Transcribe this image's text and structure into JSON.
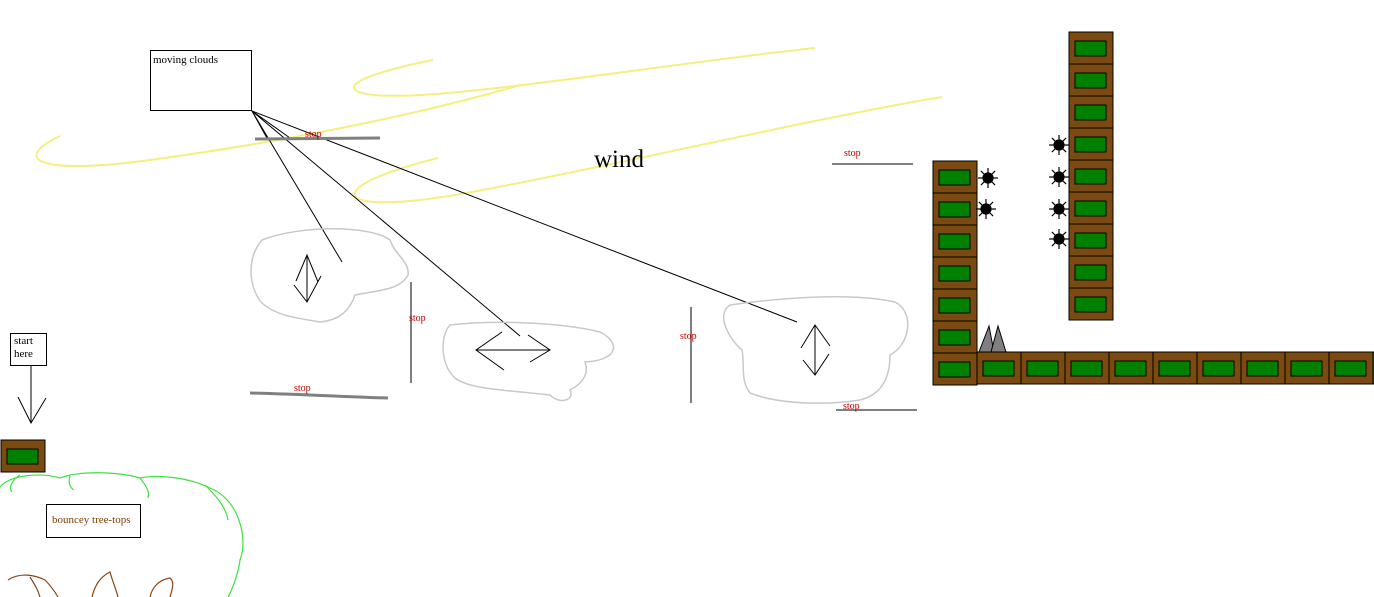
{
  "labels": {
    "moving_clouds": "moving clouds",
    "start_here": "start here",
    "bouncey_tree_tops": "bouncey tree-tops",
    "wind": "wind",
    "stop": "stop"
  },
  "icons": {
    "brick": "brick-block-icon",
    "spike": "spike-icon",
    "spider": "spider-icon",
    "cloud": "cloud-platform-icon",
    "arrow": "arrow-icon"
  },
  "colors": {
    "brick_brown": "#7a4a10",
    "brick_green": "#008000",
    "stop_red": "#c00000",
    "wind_yellow": "#f4f080",
    "cloud_grey": "#c8c8c8",
    "tree_green": "#40e040",
    "trunk_brown": "#8b4513",
    "spike_grey": "#808080"
  }
}
